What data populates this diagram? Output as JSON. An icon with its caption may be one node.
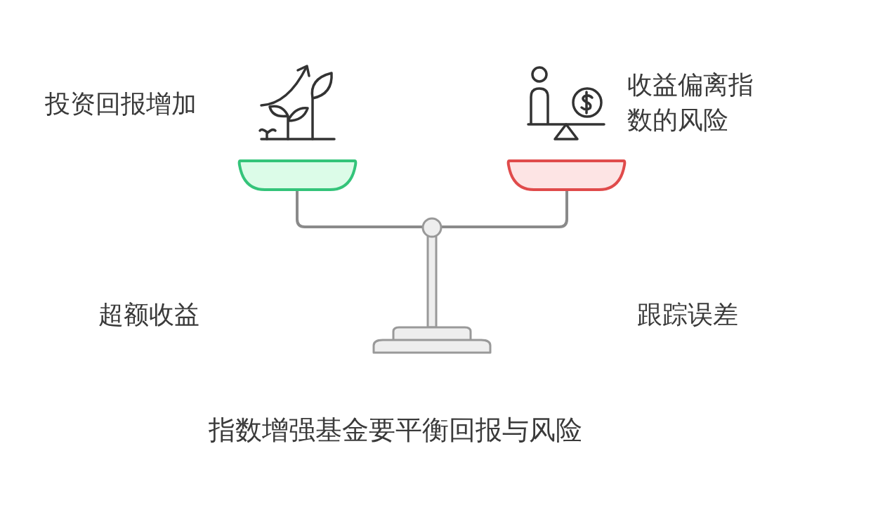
{
  "diagram": {
    "caption": "指数增强基金要平衡回报与风险",
    "labels": [
      "投资回报增加",
      "收益偏离指数的风险",
      "超额收益",
      "跟踪误差"
    ]
  }
}
